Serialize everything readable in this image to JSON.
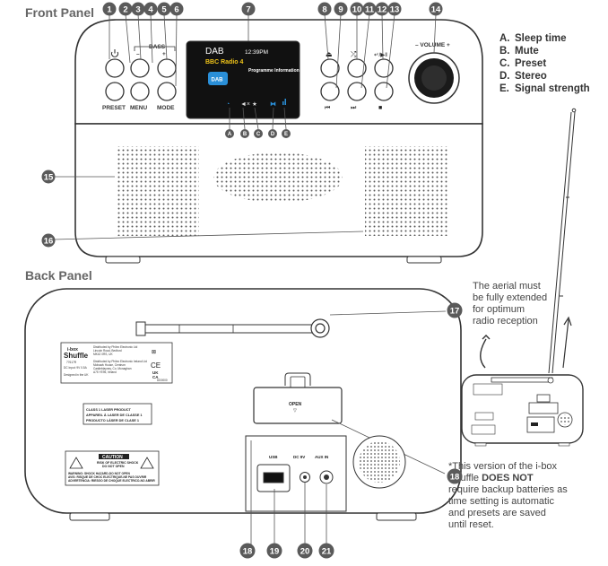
{
  "titles": {
    "front": "Front Panel",
    "back": "Back Panel"
  },
  "front": {
    "bass_label": "BASS",
    "bass_minus": "–",
    "bass_plus": "+",
    "volume_label": "– VOLUME +",
    "button_labels": {
      "preset": "PRESET",
      "menu": "MENU",
      "mode": "MODE"
    },
    "display": {
      "mode": "DAB",
      "time": "12:39PM",
      "station": "BBC Radio 4",
      "info": "Programme Information",
      "logo": "DAB"
    },
    "callouts": [
      "1",
      "2",
      "3",
      "4",
      "5",
      "6",
      "7",
      "8",
      "9",
      "10",
      "11",
      "12",
      "13",
      "14",
      "15",
      "16"
    ],
    "icon_letters": [
      "A",
      "B",
      "C",
      "D",
      "E"
    ]
  },
  "legend": [
    {
      "letter": "A.",
      "text": "Sleep time"
    },
    {
      "letter": "B.",
      "text": "Mute"
    },
    {
      "letter": "C.",
      "text": "Preset"
    },
    {
      "letter": "D.",
      "text": "Stereo"
    },
    {
      "letter": "E.",
      "text": "Signal strength"
    }
  ],
  "aerial_note": [
    "The aerial must",
    "be fully extended",
    "for optimum",
    "radio reception"
  ],
  "back": {
    "callouts": [
      "17",
      "18",
      "18",
      "19",
      "20",
      "21"
    ],
    "ports": {
      "usb": "USB",
      "dc": "DC 9V",
      "aux": "AUX IN"
    },
    "battery_cover": "OPEN",
    "rating_label": {
      "brand_top": "i-box",
      "brand": "Shuffle",
      "model": "77617R",
      "input": "DC Input: 9V 0.5A",
      "designed": "Designed in the UK",
      "dist_uk": [
        "Distributed by Philex Electronic Ltd",
        "Lincoln Road, Bedford",
        "MK42 0RS, UK"
      ],
      "dist_ie": [
        "Distributed by Philex Electronic Ireland Ltd",
        "Mohawk House, Centrum",
        "Castleblayney, Co. Monaghan",
        "A75 YE95, Ireland"
      ],
      "ce": "CE",
      "ukca": [
        "UK",
        "CA"
      ],
      "date_code": "DD0000"
    },
    "laser_label": [
      "CLASS 1 LASER PRODUCT",
      "APPAREIL À LASER DE CLASSE 1",
      "PRODUCTO LÁSER DE CLASE 1"
    ],
    "caution_label": {
      "title": "CAUTION",
      "lines": [
        "RISK OF ELECTRIC SHOCK",
        "DO NOT OPEN"
      ],
      "bottom": [
        "WARNING: SHOCK HAZARD-DO NOT OPEN",
        "AVIS: RISQUE DE CHOC ELECTRIQUE-NE PAS OUVRIR",
        "ADVERTENCIA: RIESGO DE CHOQUE ELECTRICO-NO ABRIR"
      ]
    }
  },
  "footnote": {
    "line1": "*This version of the i-box",
    "line2_pre": "Shuffle ",
    "line2_bold": "DOES NOT",
    "line3": "require backup batteries as",
    "line4": "time setting is automatic",
    "line5": "and presets are saved",
    "line6": "until reset."
  },
  "colors": {
    "callout": "#5a5a5a",
    "outline": "#333333",
    "screen_bg": "#111111",
    "station_text": "#f0c419",
    "dab_blue": "#2a8fd8",
    "text_grey": "#666666"
  }
}
